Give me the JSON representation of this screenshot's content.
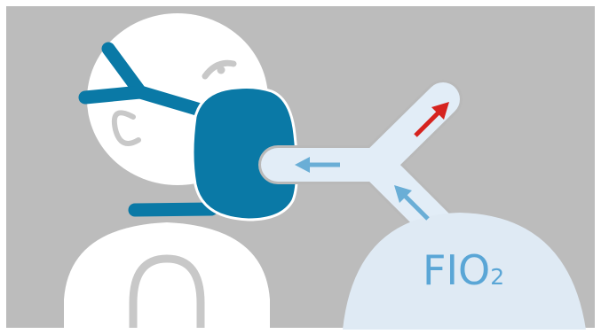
{
  "diagram": {
    "label": {
      "main": "FIO",
      "subscript": "2"
    },
    "colors": {
      "background": "#bcbcbc",
      "border": "#ffffff",
      "person_fill": "#ffffff",
      "person_outline": "#c8c8c8",
      "mask": "#0a79a6",
      "tube": "#e2edf7",
      "tube_outline": "#b9b9b9",
      "gas_source": "#dfeaf4",
      "flow_arrow": "#6aaed6",
      "exhaust_arrow": "#d6231f",
      "label": "#5aa6d6"
    },
    "arrows": [
      {
        "name": "inhale-flow",
        "color_role": "flow_arrow"
      },
      {
        "name": "supply-flow",
        "color_role": "flow_arrow"
      },
      {
        "name": "exhaust-flow",
        "color_role": "exhaust_arrow"
      }
    ]
  }
}
